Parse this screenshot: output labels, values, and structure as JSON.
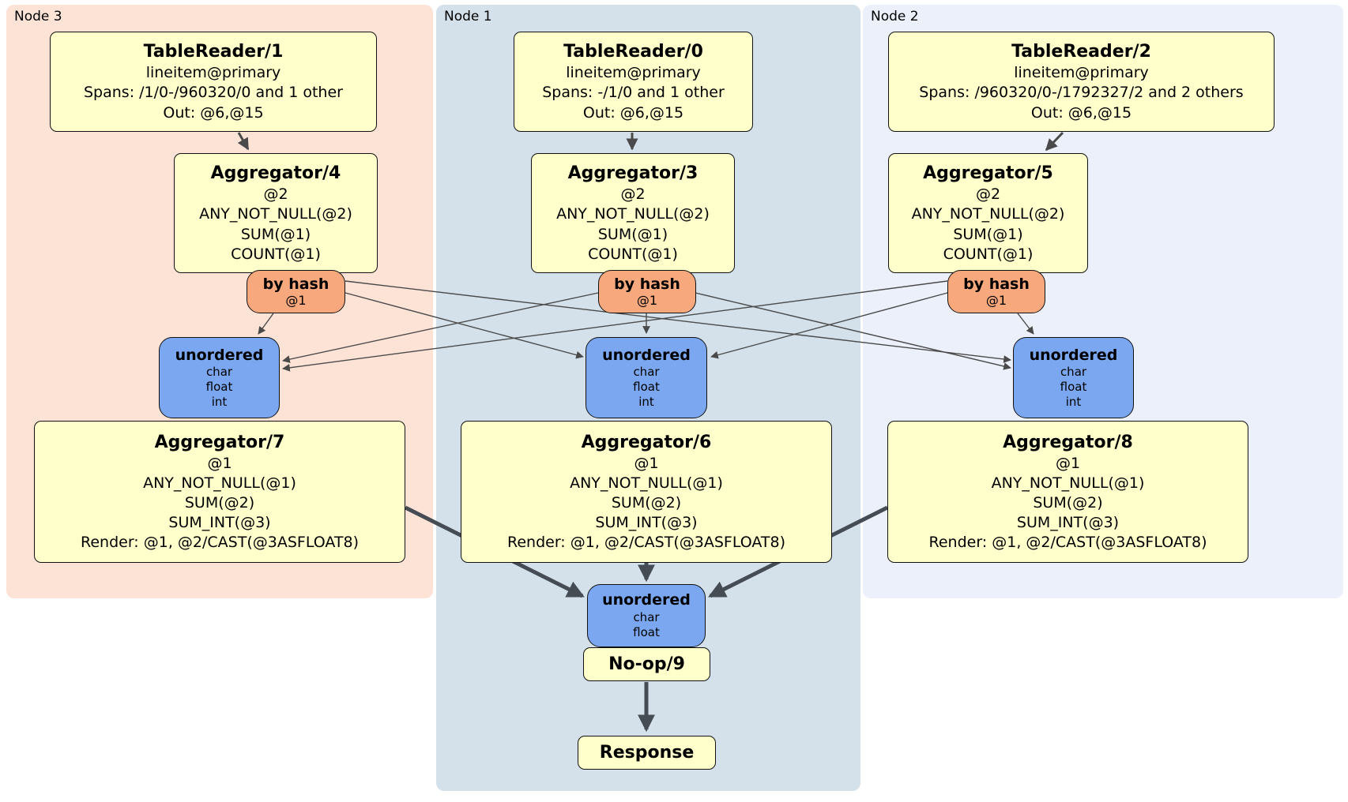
{
  "panels": {
    "node3": {
      "label": "Node 3"
    },
    "node1": {
      "label": "Node 1"
    },
    "node2": {
      "label": "Node 2"
    }
  },
  "processors": {
    "tr1": {
      "title": "TableReader/1",
      "lines": [
        "lineitem@primary",
        "Spans: /1/0-/960320/0 and 1 other",
        "Out: @6,@15"
      ]
    },
    "tr0": {
      "title": "TableReader/0",
      "lines": [
        "lineitem@primary",
        "Spans: -/1/0 and 1 other",
        "Out: @6,@15"
      ]
    },
    "tr2": {
      "title": "TableReader/2",
      "lines": [
        "lineitem@primary",
        "Spans: /960320/0-/1792327/2 and 2 others",
        "Out: @6,@15"
      ]
    },
    "agg4": {
      "title": "Aggregator/4",
      "lines": [
        "@2",
        "ANY_NOT_NULL(@2)",
        "SUM(@1)",
        "COUNT(@1)"
      ]
    },
    "agg3": {
      "title": "Aggregator/3",
      "lines": [
        "@2",
        "ANY_NOT_NULL(@2)",
        "SUM(@1)",
        "COUNT(@1)"
      ]
    },
    "agg5": {
      "title": "Aggregator/5",
      "lines": [
        "@2",
        "ANY_NOT_NULL(@2)",
        "SUM(@1)",
        "COUNT(@1)"
      ]
    },
    "agg7": {
      "title": "Aggregator/7",
      "lines": [
        "@1",
        "ANY_NOT_NULL(@1)",
        "SUM(@2)",
        "SUM_INT(@3)",
        "Render: @1, @2/CAST(@3ASFLOAT8)"
      ]
    },
    "agg6": {
      "title": "Aggregator/6",
      "lines": [
        "@1",
        "ANY_NOT_NULL(@1)",
        "SUM(@2)",
        "SUM_INT(@3)",
        "Render: @1, @2/CAST(@3ASFLOAT8)"
      ]
    },
    "agg8": {
      "title": "Aggregator/8",
      "lines": [
        "@1",
        "ANY_NOT_NULL(@1)",
        "SUM(@2)",
        "SUM_INT(@3)",
        "Render: @1, @2/CAST(@3ASFLOAT8)"
      ]
    },
    "noop": {
      "title": "No-op/9"
    },
    "response": {
      "title": "Response"
    }
  },
  "routers": {
    "bh4": {
      "title": "by hash",
      "detail": "@1"
    },
    "bh3": {
      "title": "by hash",
      "detail": "@1"
    },
    "bh5": {
      "title": "by hash",
      "detail": "@1"
    }
  },
  "syncs": {
    "u7": {
      "title": "unordered",
      "types": [
        "char",
        "float",
        "int"
      ]
    },
    "u6": {
      "title": "unordered",
      "types": [
        "char",
        "float",
        "int"
      ]
    },
    "u8": {
      "title": "unordered",
      "types": [
        "char",
        "float",
        "int"
      ]
    },
    "ufinal": {
      "title": "unordered",
      "types": [
        "char",
        "float"
      ]
    }
  },
  "colors": {
    "node3_bg": "#fce3d5",
    "node1_bg": "#d4e1ea",
    "node2_bg": "#ebf0fa",
    "processor_bg": "#ffffcc",
    "router_bg": "#f7a87c",
    "sync_bg": "#7aa7ef",
    "edge_thin": "#4a4a4a",
    "edge_thick": "#454c53"
  }
}
